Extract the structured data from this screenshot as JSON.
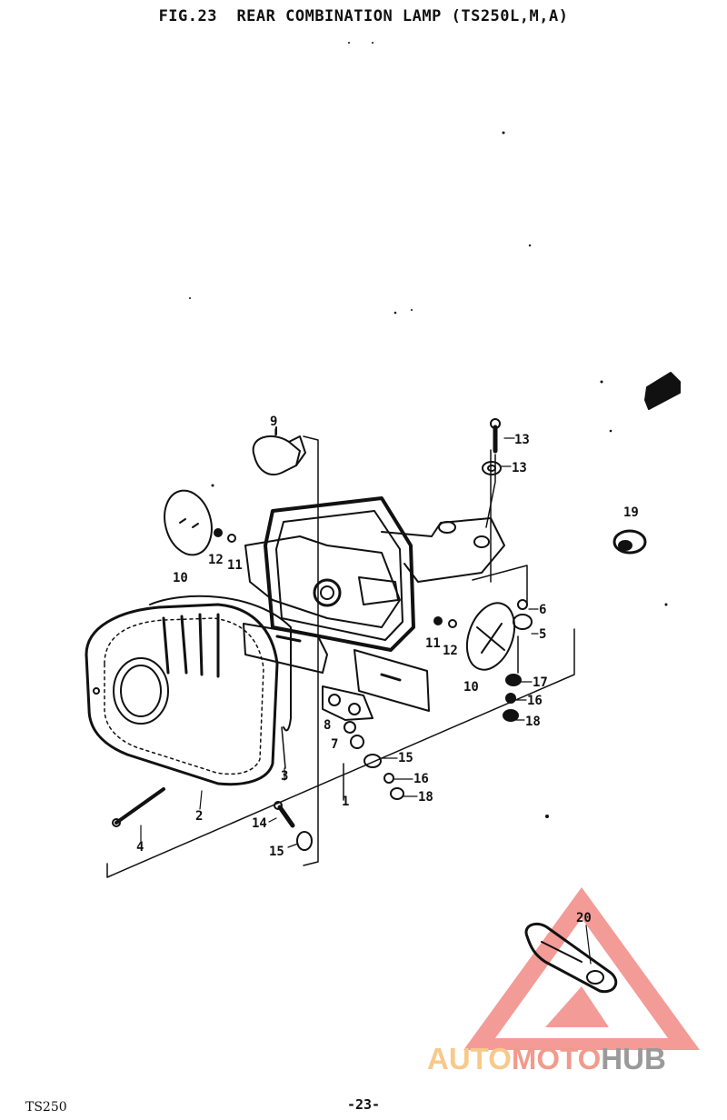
{
  "title": "FIG.23  REAR COMBINATION LAMP (TS250L,M,A)",
  "parts": [
    {
      "id": "p1",
      "label": "1"
    },
    {
      "id": "p2",
      "label": "2"
    },
    {
      "id": "p3",
      "label": "3"
    },
    {
      "id": "p4",
      "label": "4"
    },
    {
      "id": "p5",
      "label": "5"
    },
    {
      "id": "p6",
      "label": "6"
    },
    {
      "id": "p7",
      "label": "7"
    },
    {
      "id": "p8",
      "label": "8"
    },
    {
      "id": "p9",
      "label": "9"
    },
    {
      "id": "p10a",
      "label": "10"
    },
    {
      "id": "p10b",
      "label": "10"
    },
    {
      "id": "p11a",
      "label": "11"
    },
    {
      "id": "p11b",
      "label": "11"
    },
    {
      "id": "p12a",
      "label": "12"
    },
    {
      "id": "p12b",
      "label": "12"
    },
    {
      "id": "p13a",
      "label": "13"
    },
    {
      "id": "p13b",
      "label": "13"
    },
    {
      "id": "p14",
      "label": "14"
    },
    {
      "id": "p15a",
      "label": "15"
    },
    {
      "id": "p15b",
      "label": "15"
    },
    {
      "id": "p16a",
      "label": "16"
    },
    {
      "id": "p16b",
      "label": "16"
    },
    {
      "id": "p17",
      "label": "17"
    },
    {
      "id": "p18a",
      "label": "18"
    },
    {
      "id": "p18b",
      "label": "18"
    },
    {
      "id": "p19",
      "label": "19"
    },
    {
      "id": "p20",
      "label": "20"
    }
  ],
  "footer": {
    "model": "TS250",
    "page": "-23-"
  },
  "watermark": {
    "part1": "AUTO",
    "part2": "MOTO",
    "part3": "HUB",
    "colors": {
      "auto": "#f7c98a",
      "moto": "#f29a8c",
      "hub": "#9a9a9a",
      "triangle": "#f28a86"
    }
  }
}
